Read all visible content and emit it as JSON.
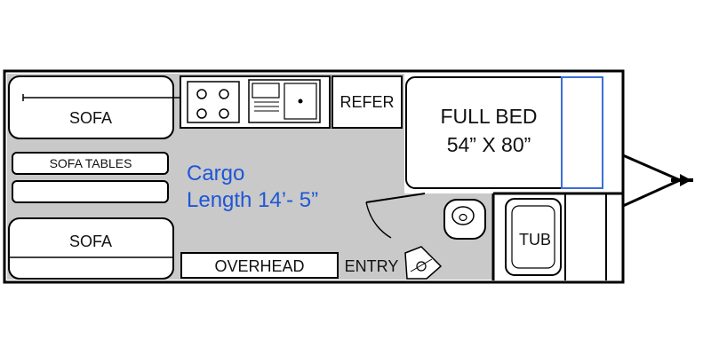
{
  "labels": {
    "sofa_top": "SOFA",
    "sofa_tables": "SOFA TABLES",
    "sofa_bottom": "SOFA",
    "refer": "REFER",
    "full_bed_line1": "FULL BED",
    "full_bed_line2": "54” X 80”",
    "cargo_line1": "Cargo",
    "cargo_line2": "Length 14’- 5”",
    "overhead": "OVERHEAD",
    "entry": "ENTRY",
    "tub": "TUB"
  },
  "colors": {
    "floor": "#c9c9c9",
    "wall": "#000000",
    "furniture": "#ffffff",
    "bed_panel": "#e6e6e6",
    "cargo_text": "#1e56d6",
    "accent_blue": "#3a6fd8"
  }
}
